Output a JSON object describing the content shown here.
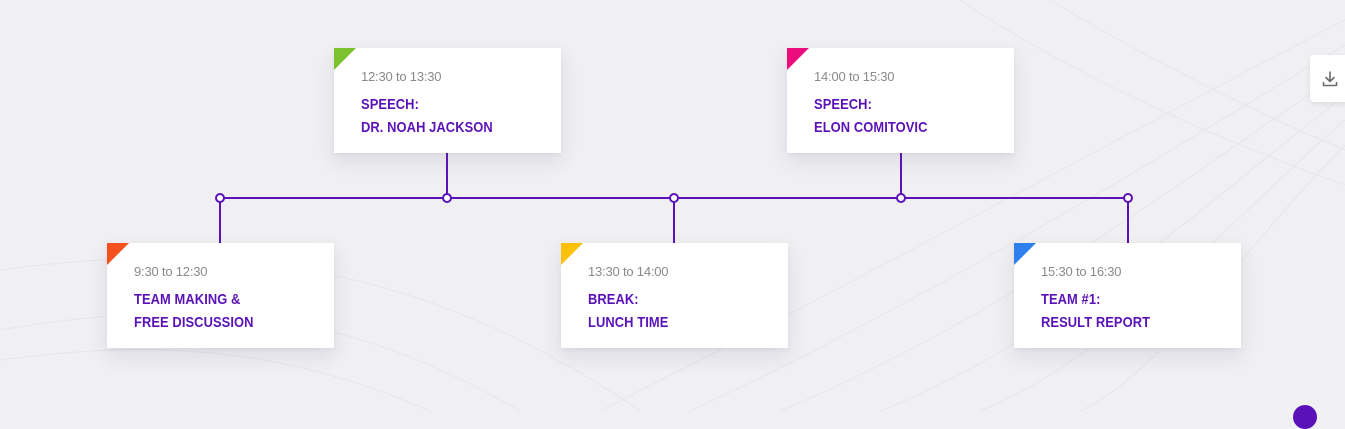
{
  "colors": {
    "accent": "#5a12b8",
    "card_bg": "#ffffff",
    "page_bg": "#f0eff1"
  },
  "events": [
    {
      "id": "team-making",
      "time": "9:30 to 12:30",
      "title_line1": "TEAM MAKING &",
      "title_line2": "FREE DISCUSSION",
      "corner_color": "#f4511e",
      "position": "below"
    },
    {
      "id": "speech-noah",
      "time": "12:30 to 13:30",
      "title_line1": "SPEECH:",
      "title_line2": "DR. NOAH JACKSON",
      "corner_color": "#7cc230",
      "position": "above"
    },
    {
      "id": "break-lunch",
      "time": "13:30 to 14:00",
      "title_line1": "BREAK:",
      "title_line2": "LUNCH TIME",
      "corner_color": "#ffc107",
      "position": "below"
    },
    {
      "id": "speech-elon",
      "time": "14:00 to 15:30",
      "title_line1": "SPEECH:",
      "title_line2": "ELON COMITOVIC",
      "corner_color": "#ec0c7c",
      "position": "above"
    },
    {
      "id": "team1-report",
      "time": "15:30 to 16:30",
      "title_line1": "TEAM #1:",
      "title_line2": "RESULT REPORT",
      "corner_color": "#2f80ed",
      "position": "below"
    }
  ],
  "toolbar": {
    "download_icon": "download-icon"
  }
}
